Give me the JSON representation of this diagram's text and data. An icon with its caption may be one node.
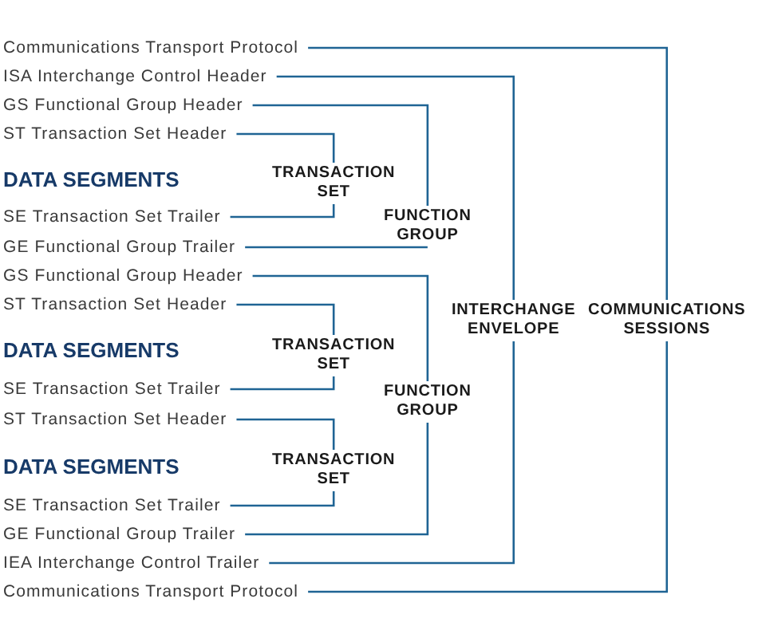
{
  "diagram": {
    "nodes": [
      {
        "text": [
          "Communications Transport Protocol"
        ]
      },
      {
        "text": [
          "ISA Interchange Control Header"
        ]
      },
      {
        "text": [
          "GS Functional Group Header"
        ]
      },
      {
        "text": [
          "ST Transaction Set Header"
        ]
      },
      {
        "text": [
          "TRANSACTION SET"
        ]
      },
      {
        "text": [
          "SE Transaction Set Trailer"
        ]
      },
      {
        "text": [
          "FUNCTION GROUP"
        ]
      },
      {
        "text": [
          "GE Functional Group Trailer"
        ]
      },
      {
        "text": [
          "GS Functional Group Header"
        ]
      },
      {
        "text": [
          "ST Transaction Set Header"
        ]
      },
      {
        "text": [
          "INTERCHANGE ENVELOPE"
        ]
      },
      {
        "text": [
          "COMMUNICATIONS SESSIONS"
        ]
      },
      {
        "text": [
          "TRANSACTION SET"
        ]
      },
      {
        "text": [
          "SE Transaction Set Trailer"
        ]
      },
      {
        "text": [
          "FUNCTION GROUP"
        ]
      },
      {
        "text": [
          "ST Transaction Set Header"
        ]
      },
      {
        "text": [
          "TRANSACTION SET"
        ]
      },
      {
        "text": [
          "SE Transaction Set Trailer"
        ]
      },
      {
        "text": [
          "GE Functional Group Trailer"
        ]
      },
      {
        "text": [
          "IEA Interchange Control Trailer"
        ]
      },
      {
        "text": [
          "Communications Transport Protocol"
        ]
      }
    ],
    "edges": [
      {
        "from": 3,
        "to": 4,
        "arrow": "none"
      },
      {
        "from": 5,
        "to": 4,
        "arrow": "none"
      },
      {
        "from": 2,
        "to": 6,
        "arrow": "none"
      },
      {
        "from": 7,
        "to": 6,
        "arrow": "none"
      },
      {
        "from": 1,
        "to": 10,
        "arrow": "none"
      },
      {
        "from": 19,
        "to": 10,
        "arrow": "none"
      },
      {
        "from": 0,
        "to": 11,
        "arrow": "none"
      },
      {
        "from": 20,
        "to": 11,
        "arrow": "none"
      },
      {
        "from": 9,
        "to": 12,
        "arrow": "none"
      },
      {
        "from": 13,
        "to": 12,
        "arrow": "none"
      },
      {
        "from": 8,
        "to": 14,
        "arrow": "none"
      },
      {
        "from": 18,
        "to": 14,
        "arrow": "none"
      },
      {
        "from": 15,
        "to": 16,
        "arrow": "none"
      },
      {
        "from": 17,
        "to": 16,
        "arrow": "none"
      }
    ],
    "labels": [
      "DATA SEGMENTS",
      "DATA SEGMENTS",
      "DATA SEGMENTS"
    ]
  }
}
